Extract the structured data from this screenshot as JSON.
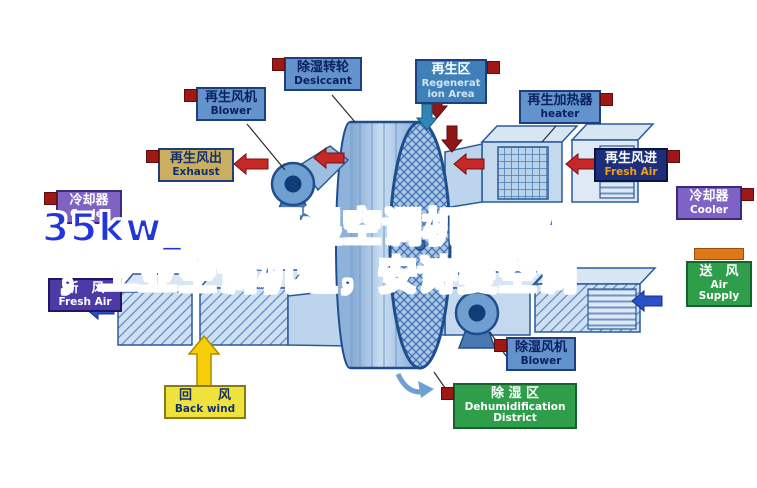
{
  "overlay": {
    "line1": "35kw_恒温恒湿空调机组价格",
    "line2": "，工业空调机组，安诗曼空调"
  },
  "labels": {
    "regen_blower": {
      "zh": "再生风机",
      "en": "Blower"
    },
    "desiccant_wheel": {
      "zh": "除湿转轮",
      "en": "Desiccant"
    },
    "regen_area": {
      "zh": "再生区",
      "en": "Regeneration Area"
    },
    "regen_heater": {
      "zh": "再生加热器",
      "en": "heater"
    },
    "regen_exhaust": {
      "zh": "再生风出",
      "en": "Exhaust"
    },
    "cooler_left": {
      "zh": "冷却器",
      "en": "Cooler"
    },
    "regen_fresh_in": {
      "zh": "再生风进",
      "en": "Fresh Air"
    },
    "cooler_right": {
      "zh": "冷却器",
      "en": "Cooler"
    },
    "fresh_air": {
      "zh": "新　风",
      "en": "Fresh Air"
    },
    "air_supply": {
      "zh": "送　风",
      "en": "Air Supply"
    },
    "return_air": {
      "zh": "回　　风",
      "en": "Back wind"
    },
    "dehum_blower": {
      "zh": "除湿风机",
      "en": "Blower"
    },
    "dehum_district": {
      "zh": "除 湿 区",
      "en": "Dehumidification District"
    }
  },
  "palette": {
    "label_blue": "#6293cc",
    "label_tan": "#c9af5f",
    "label_purple": "#7e62c4",
    "label_indigo": "#4c3aa6",
    "label_green": "#2e9e4a",
    "label_yellow": "#efe23c",
    "label_navy": "#1d2f78",
    "label_teal": "#4080b8",
    "overlay_blue": "#2336d9",
    "arrow_red": "#c62828",
    "arrow_dark_red": "#8f1616",
    "arrow_blue": "#2a52c8",
    "arrow_teal": "#2f86b8",
    "arrow_yellow": "#f5cd08",
    "marker_red": "#9e1818",
    "wheel_outline": "#1f4e8f"
  }
}
